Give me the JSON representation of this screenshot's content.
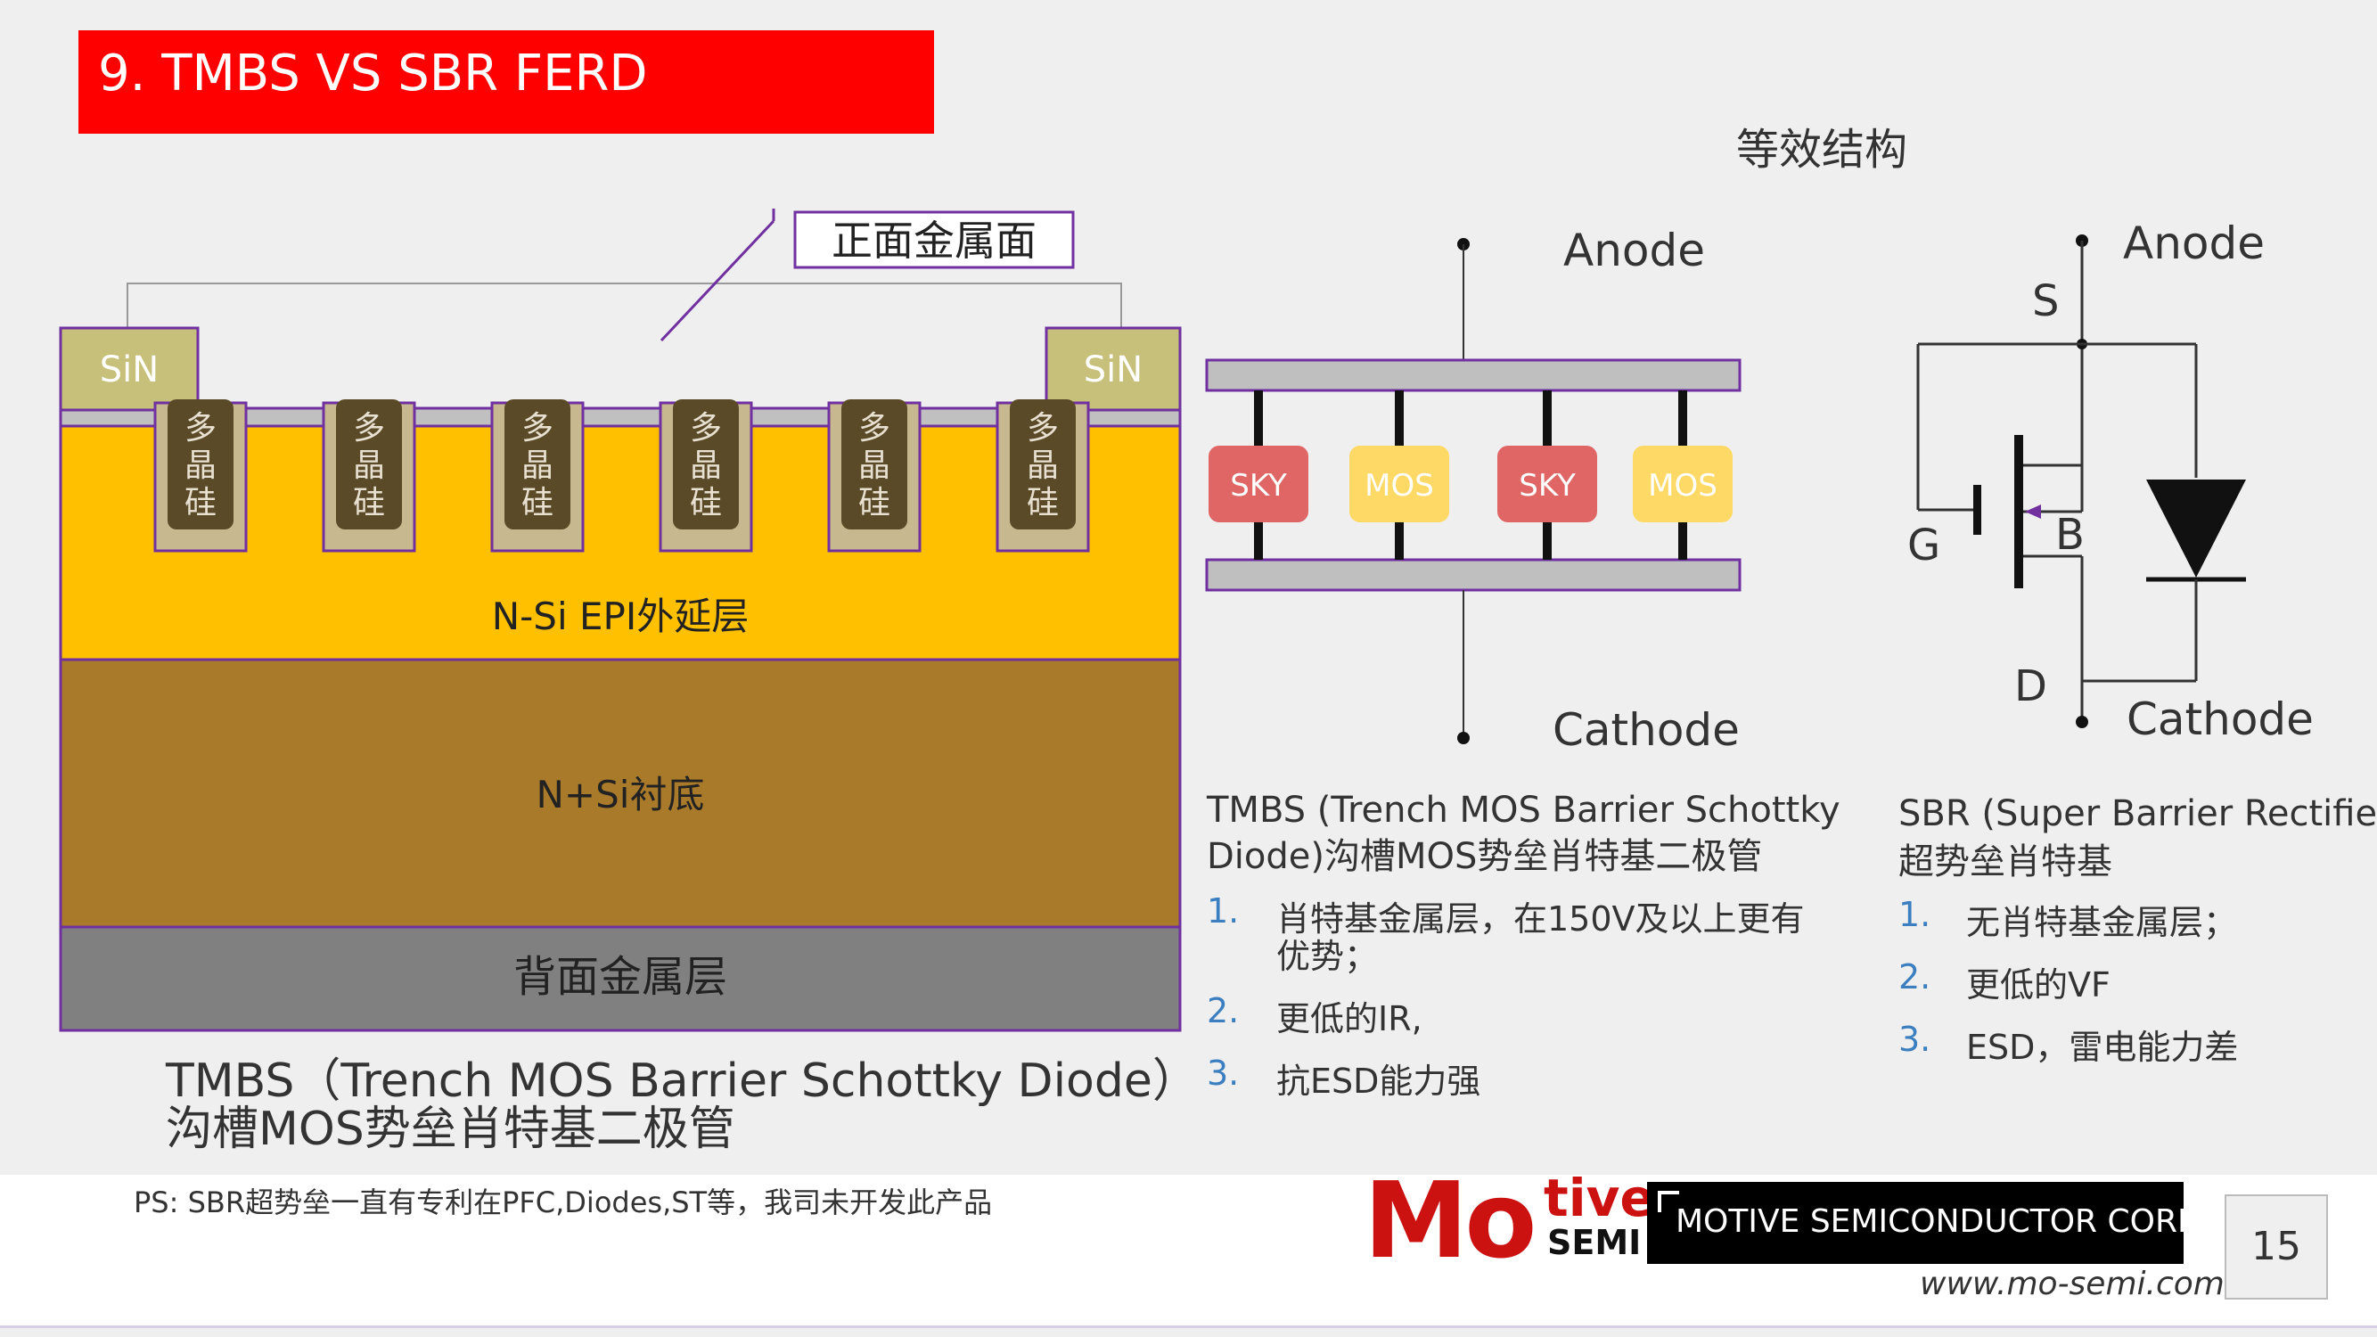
{
  "title": "9. TMBS VS SBR FERD",
  "cross_section": {
    "sin_left": "SiN",
    "sin_right": "SiN",
    "front_metal_label": "正面金属面",
    "poly_chars": [
      "多",
      "晶",
      "硅"
    ],
    "epi_label": "N-Si  EPI外延层",
    "substrate_label": "N+Si衬底",
    "back_metal_label": "背面金属层",
    "caption_line1": "TMBS（Trench MOS Barrier Schottky Diode）",
    "caption_line2": "沟槽MOS势垒肖特基二极管",
    "colors": {
      "epi": "#ffc000",
      "substrate": "#a87a2a",
      "back_metal": "#808080",
      "sin": "#c6c07a",
      "poly": "#5a4a28",
      "outline": "#7030a0"
    }
  },
  "equiv_heading": "等效结构",
  "tmbs_equiv": {
    "anode": "Anode",
    "cathode": "Cathode",
    "cells": [
      "SKY",
      "MOS",
      "SKY",
      "MOS"
    ],
    "colors": {
      "sky": "#e06666",
      "mos": "#ffd966"
    }
  },
  "tmbs_text": {
    "title_line1": "TMBS (Trench MOS Barrier Schottky",
    "title_line2": "Diode)沟槽MOS势垒肖特基二极管",
    "items": [
      {
        "num": "1.",
        "line1": "肖特基金属层，在150V及以上更有",
        "line2": "优势；"
      },
      {
        "num": "2.",
        "line1": "更低的IR,"
      },
      {
        "num": "3.",
        "line1": "抗ESD能力强"
      }
    ]
  },
  "sbr_equiv": {
    "anode": "Anode",
    "cathode": "Cathode",
    "s": "S",
    "g": "G",
    "b": "B",
    "d": "D"
  },
  "sbr_text": {
    "title_line1": "SBR (Super Barrier Rectifier)",
    "title_line2": "超势垒肖特基",
    "items": [
      {
        "num": "1.",
        "line1": "无肖特基金属层；"
      },
      {
        "num": "2.",
        "line1": "更低的VF"
      },
      {
        "num": "3.",
        "line1": "ESD，雷电能力差"
      }
    ]
  },
  "footer": {
    "note": "PS: SBR超势垒一直有专利在PFC,Diodes,ST等，我司未开发此产品",
    "logo_mo": "Mo",
    "logo_tive": "tive",
    "logo_semi": "SEMI",
    "corp": "MOTIVE SEMICONDUCTOR CORP.",
    "url": "www.mo-semi.com",
    "page_number": "15"
  }
}
